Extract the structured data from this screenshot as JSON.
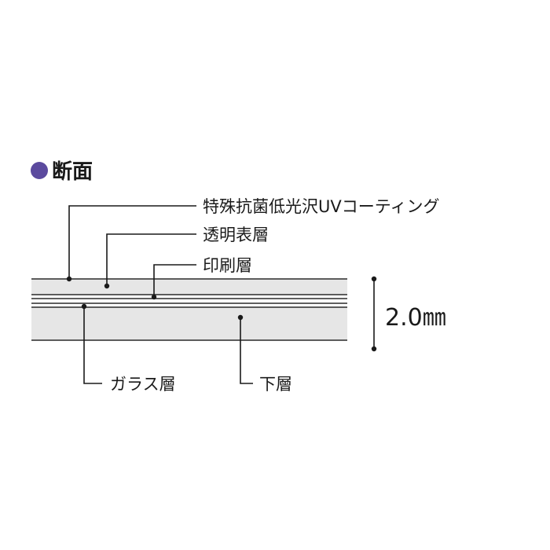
{
  "section": {
    "title": "断面",
    "bullet_color": "#5b4a9e"
  },
  "labels": {
    "coating": "特殊抗菌低光沢UVコーティング",
    "clear_layer": "透明表層",
    "print_layer": "印刷層",
    "glass_layer": "ガラス層",
    "base_layer": "下層"
  },
  "dimension": {
    "thickness": "2.0㎜"
  },
  "colors": {
    "upper_band": "#e6e6e6",
    "lower_band": "#e6e6e6",
    "lines": "#2a2a2a"
  }
}
